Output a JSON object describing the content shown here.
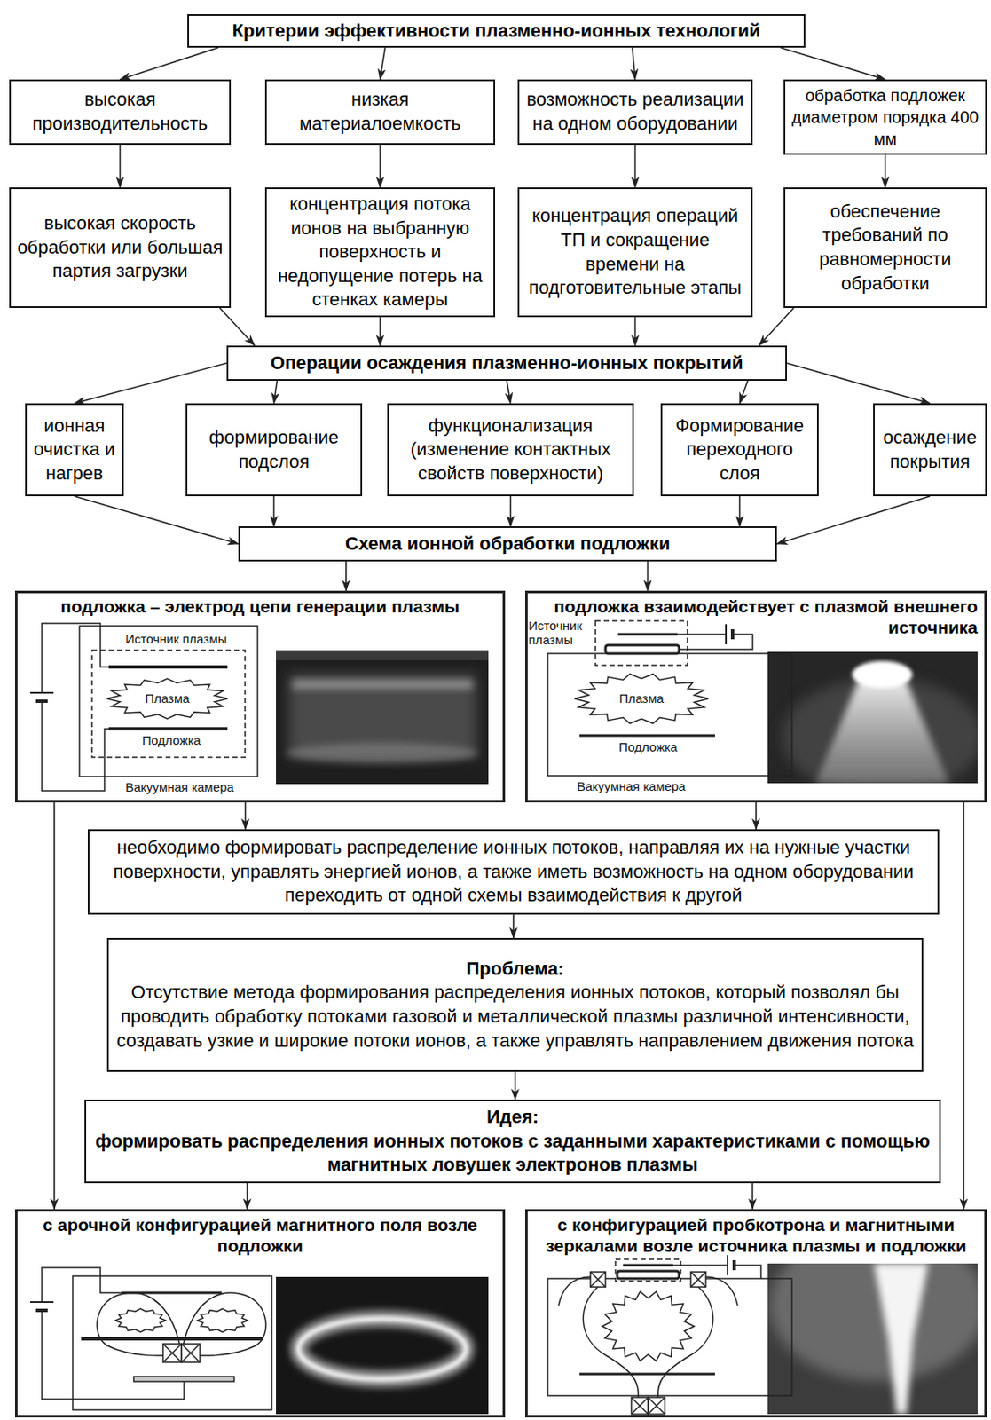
{
  "diagram": {
    "nodes": [
      {
        "text": [
          "Критерии эффективности плазменно-ионных технологий"
        ]
      },
      {
        "text": [
          "высокая производительность"
        ]
      },
      {
        "text": [
          "низкая материалоемкость"
        ]
      },
      {
        "text": [
          "возможность реализации на одном оборудовании"
        ]
      },
      {
        "text": [
          "обработка подложек диаметром порядка 400 мм"
        ]
      },
      {
        "text": [
          "высокая скорость обработки или большая партия загрузки"
        ]
      },
      {
        "text": [
          "концентрация потока ионов на выбранную поверхность и недопущение потерь на стенках камеры"
        ]
      },
      {
        "text": [
          "концентрация операций ТП и сокращение времени на подготовительные этапы"
        ]
      },
      {
        "text": [
          "обеспечение требований по равномерности обработки"
        ]
      },
      {
        "text": [
          "Операции осаждения плазменно-ионных покрытий"
        ]
      },
      {
        "text": [
          "ионная очистка и нагрев"
        ]
      },
      {
        "text": [
          "формирование подслоя"
        ]
      },
      {
        "text": [
          "функционализация (изменение контактных свойств поверхности)"
        ]
      },
      {
        "text": [
          "Формирование переходного слоя"
        ]
      },
      {
        "text": [
          "осаждение покрытия"
        ]
      },
      {
        "text": [
          "Схема ионной обработки подложки"
        ]
      },
      {
        "text": [
          "подложка – электрод цепи генерации плазмы"
        ]
      },
      {
        "text": [
          "подложка взаимодействует с плазмой внешнего источника"
        ]
      },
      {
        "text": [
          "необходимо формировать распределение ионных потоков, направляя их на нужные участки поверхности, управлять энергией ионов, а также иметь возможность на одном оборудовании переходить от одной схемы взаимодействия к другой"
        ]
      },
      {
        "text": [
          "Проблема:",
          "Отсутствие метода формирования распределения ионных потоков, который позволял бы проводить обработку потоками газовой и металлической плазмы различной интенсивности, создавать узкие и широкие потоки ионов, а также управлять направлением движения потока"
        ]
      },
      {
        "text": [
          "Идея:",
          "формировать распределения ионных потоков с заданными характеристиками с помощью магнитных ловушек электронов плазмы"
        ]
      },
      {
        "text": [
          "с арочной конфигурацией магнитного поля возле подложки"
        ]
      },
      {
        "text": [
          "с конфигурацией пробкотрона и магнитными зеркалами возле источника плазмы и подложки"
        ]
      }
    ],
    "edges": [
      {
        "from": 0,
        "to": 1,
        "arrow": "to"
      },
      {
        "from": 0,
        "to": 2,
        "arrow": "to"
      },
      {
        "from": 0,
        "to": 3,
        "arrow": "to"
      },
      {
        "from": 0,
        "to": 4,
        "arrow": "to"
      },
      {
        "from": 1,
        "to": 5,
        "arrow": "to"
      },
      {
        "from": 2,
        "to": 6,
        "arrow": "to"
      },
      {
        "from": 3,
        "to": 7,
        "arrow": "to"
      },
      {
        "from": 4,
        "to": 8,
        "arrow": "to"
      },
      {
        "from": 5,
        "to": 9,
        "arrow": "to"
      },
      {
        "from": 6,
        "to": 9,
        "arrow": "to"
      },
      {
        "from": 7,
        "to": 9,
        "arrow": "to"
      },
      {
        "from": 8,
        "to": 9,
        "arrow": "to"
      },
      {
        "from": 9,
        "to": 10,
        "arrow": "to"
      },
      {
        "from": 9,
        "to": 11,
        "arrow": "to"
      },
      {
        "from": 9,
        "to": 12,
        "arrow": "to"
      },
      {
        "from": 9,
        "to": 13,
        "arrow": "to"
      },
      {
        "from": 9,
        "to": 14,
        "arrow": "to"
      },
      {
        "from": 10,
        "to": 15,
        "arrow": "to"
      },
      {
        "from": 11,
        "to": 15,
        "arrow": "to"
      },
      {
        "from": 12,
        "to": 15,
        "arrow": "to"
      },
      {
        "from": 13,
        "to": 15,
        "arrow": "to"
      },
      {
        "from": 14,
        "to": 15,
        "arrow": "to"
      },
      {
        "from": 15,
        "to": 16,
        "arrow": "to"
      },
      {
        "from": 15,
        "to": 17,
        "arrow": "to"
      },
      {
        "from": 16,
        "to": 18,
        "arrow": "to"
      },
      {
        "from": 17,
        "to": 18,
        "arrow": "to"
      },
      {
        "from": 18,
        "to": 19,
        "arrow": "to"
      },
      {
        "from": 19,
        "to": 20,
        "arrow": "to"
      },
      {
        "from": 20,
        "to": 21,
        "arrow": "to"
      },
      {
        "from": 20,
        "to": 22,
        "arrow": "to"
      },
      {
        "from": 16,
        "to": 21,
        "arrow": "to"
      },
      {
        "from": 17,
        "to": 22,
        "arrow": "to"
      }
    ],
    "labels": [
      "Источник плазмы",
      "Плазма",
      "Подложка",
      "Вакуумная камера",
      "Источник плазмы",
      "Плазма",
      "Подложка",
      "Вакуумная камера"
    ]
  }
}
